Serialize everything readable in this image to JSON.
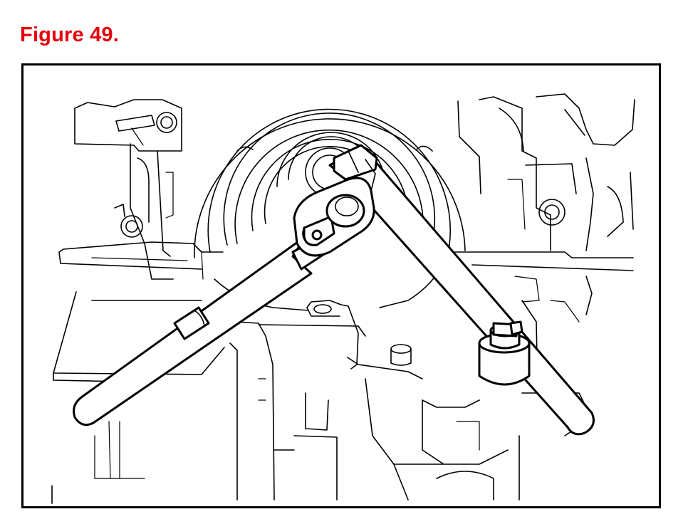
{
  "figure": {
    "title": "Figure 49.",
    "title_color": "#e8000b"
  },
  "illustration": {
    "frame_color": "#000000",
    "line_color": "#000000",
    "background": "#ffffff",
    "objects": [
      "engine-block",
      "crankshaft-pulley",
      "breaker-bar",
      "socket",
      "holding-tool"
    ]
  }
}
